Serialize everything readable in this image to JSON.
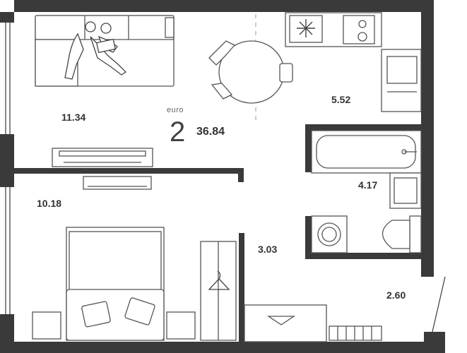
{
  "plan": {
    "unit_type": "euro",
    "rooms_count": "2",
    "total_area": "36.84",
    "rooms": [
      {
        "area": "11.34"
      },
      {
        "area": "5.52"
      },
      {
        "area": "4.17"
      },
      {
        "area": "10.18"
      },
      {
        "area": "3.03"
      },
      {
        "area": "2.60"
      }
    ]
  },
  "colors": {
    "wall": "#3a3a3a",
    "furniture": "#555555",
    "fill": "#ffffff"
  }
}
